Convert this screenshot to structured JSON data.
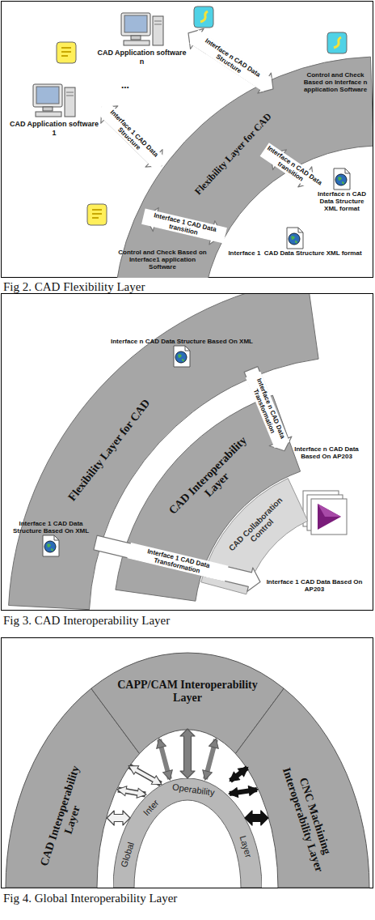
{
  "diagram": {
    "nodes": [
      {
        "text": [
          "CAD Application software n"
        ]
      },
      {
        "text": [
          "CAD Application software 1"
        ]
      },
      {
        "text": [
          "Flexibility Layer for CAD"
        ]
      },
      {
        "text": [
          "Control and Check Based on Interface n application Software"
        ],
        "in": 2
      },
      {
        "text": [
          "Interface n CAD Data Structure XML format"
        ]
      },
      {
        "text": [
          "Control and Check Based on Interface1 application Software"
        ],
        "in": 2
      },
      {
        "text": [
          "Interface 1  CAD Data Structure XML format"
        ]
      },
      {
        "text": [
          "Flexibility Layer for CAD"
        ]
      },
      {
        "text": [
          "Interface n CAD Data Structure Based On XML"
        ],
        "in": 7
      },
      {
        "text": [
          "Interface 1 CAD Data Structure Based On XML"
        ],
        "in": 7
      },
      {
        "text": [
          "CAD Interoperability Layer"
        ]
      },
      {
        "text": [
          "CAD Collaboration Control"
        ],
        "in": 10
      },
      {
        "text": [
          "Interface n CAD Data Based On AP203"
        ]
      },
      {
        "text": [
          "Interface 1 CAD Data Based On AP203"
        ]
      },
      {
        "text": [
          "CAD Interoperability Layer"
        ]
      },
      {
        "text": [
          "CAPP/CAM Interoperability Layer"
        ]
      },
      {
        "text": [
          "CNC Machining Interoperability Layer"
        ]
      },
      {
        "text": [
          "Global",
          "Inter",
          "Operability",
          "Layer"
        ]
      }
    ],
    "edges": [
      {
        "from": 0,
        "to": 2,
        "label": "Interface n CAD Data Structure",
        "arrow": "both"
      },
      {
        "from": 1,
        "to": 2,
        "label": "Interface 1 CAD Data Structure",
        "arrow": "both"
      },
      {
        "from": 2,
        "to": 4,
        "label": "Interface n CAD Data transition",
        "arrow": "both"
      },
      {
        "from": 2,
        "to": 6,
        "label": "Interface 1 CAD Data transition",
        "arrow": "both"
      },
      {
        "from": 8,
        "to": 12,
        "label": "Interface n CAD Data Transformation",
        "arrow": "to"
      },
      {
        "from": 9,
        "to": 13,
        "label": "Interface 1 CAD Data Transformation",
        "arrow": "to"
      },
      {
        "from": 14,
        "to": 17,
        "arrow": "both"
      },
      {
        "from": 15,
        "to": 17,
        "arrow": "both"
      },
      {
        "from": 16,
        "to": 17,
        "arrow": "both"
      }
    ],
    "labels": [
      "...",
      "Fig 2. CAD Flexibility Layer",
      "Fig 3. CAD Interoperability Layer",
      "Fig 4. Global Interoperability Layer"
    ]
  }
}
